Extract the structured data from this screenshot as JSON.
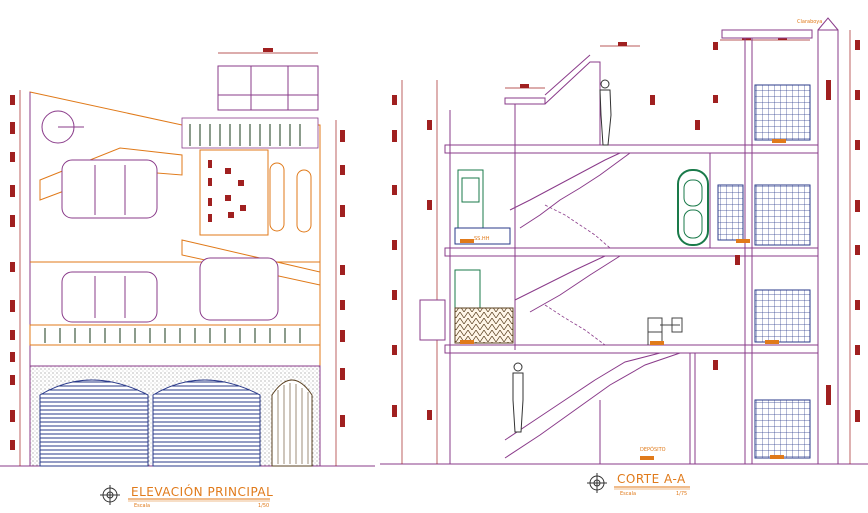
{
  "titles": {
    "elevation": "ELEVACIÓN PRINCIPAL",
    "elevation_scale": "Escala",
    "elevation_scale_value": "1/50",
    "section": "CORTE A-A",
    "section_scale": "Escala",
    "section_scale_value": "1/75"
  },
  "section_labels": {
    "ss_hh": "SS.HH",
    "deposito": "DEPÓSITO",
    "claraboya": "Claraboya"
  },
  "colors": {
    "line": "#8a3b8a",
    "accent": "#e07a1a",
    "dim": "#a02020",
    "window": "#2a3a8a",
    "door": "#1a7a4a",
    "title": "#e07a1a"
  }
}
